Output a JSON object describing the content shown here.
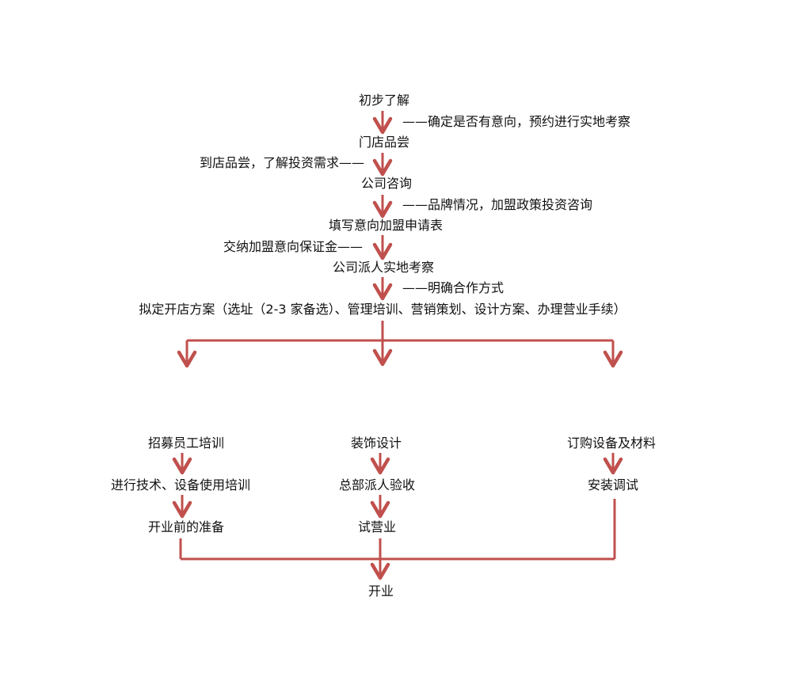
{
  "colors": {
    "arrow": "#c0504d",
    "text": "#111111",
    "background": "#ffffff"
  },
  "main_flow": {
    "step1": "初步了解",
    "note1": "——确定是否有意向，预约进行实地考察",
    "step2": "门店品尝",
    "note2": "到店品尝，了解投资需求——",
    "step3": "公司咨询",
    "note3": "——品牌情况，加盟政策投资咨询",
    "step4": "填写意向加盟申请表",
    "note4": "交纳加盟意向保证金——",
    "step5": "公司派人实地考察",
    "note5": "——明确合作方式",
    "step6": "拟定开店方案（选址（2-3 家备选）、管理培训、营销策划、设计方案、办理营业手续）"
  },
  "branches": {
    "left": [
      "招募员工培训",
      "进行技术、设备使用培训",
      "开业前的准备"
    ],
    "middle": [
      "装饰设计",
      "总部派人验收",
      "试营业"
    ],
    "right": [
      "订购设备及材料",
      "安装调试"
    ]
  },
  "final": "开业"
}
